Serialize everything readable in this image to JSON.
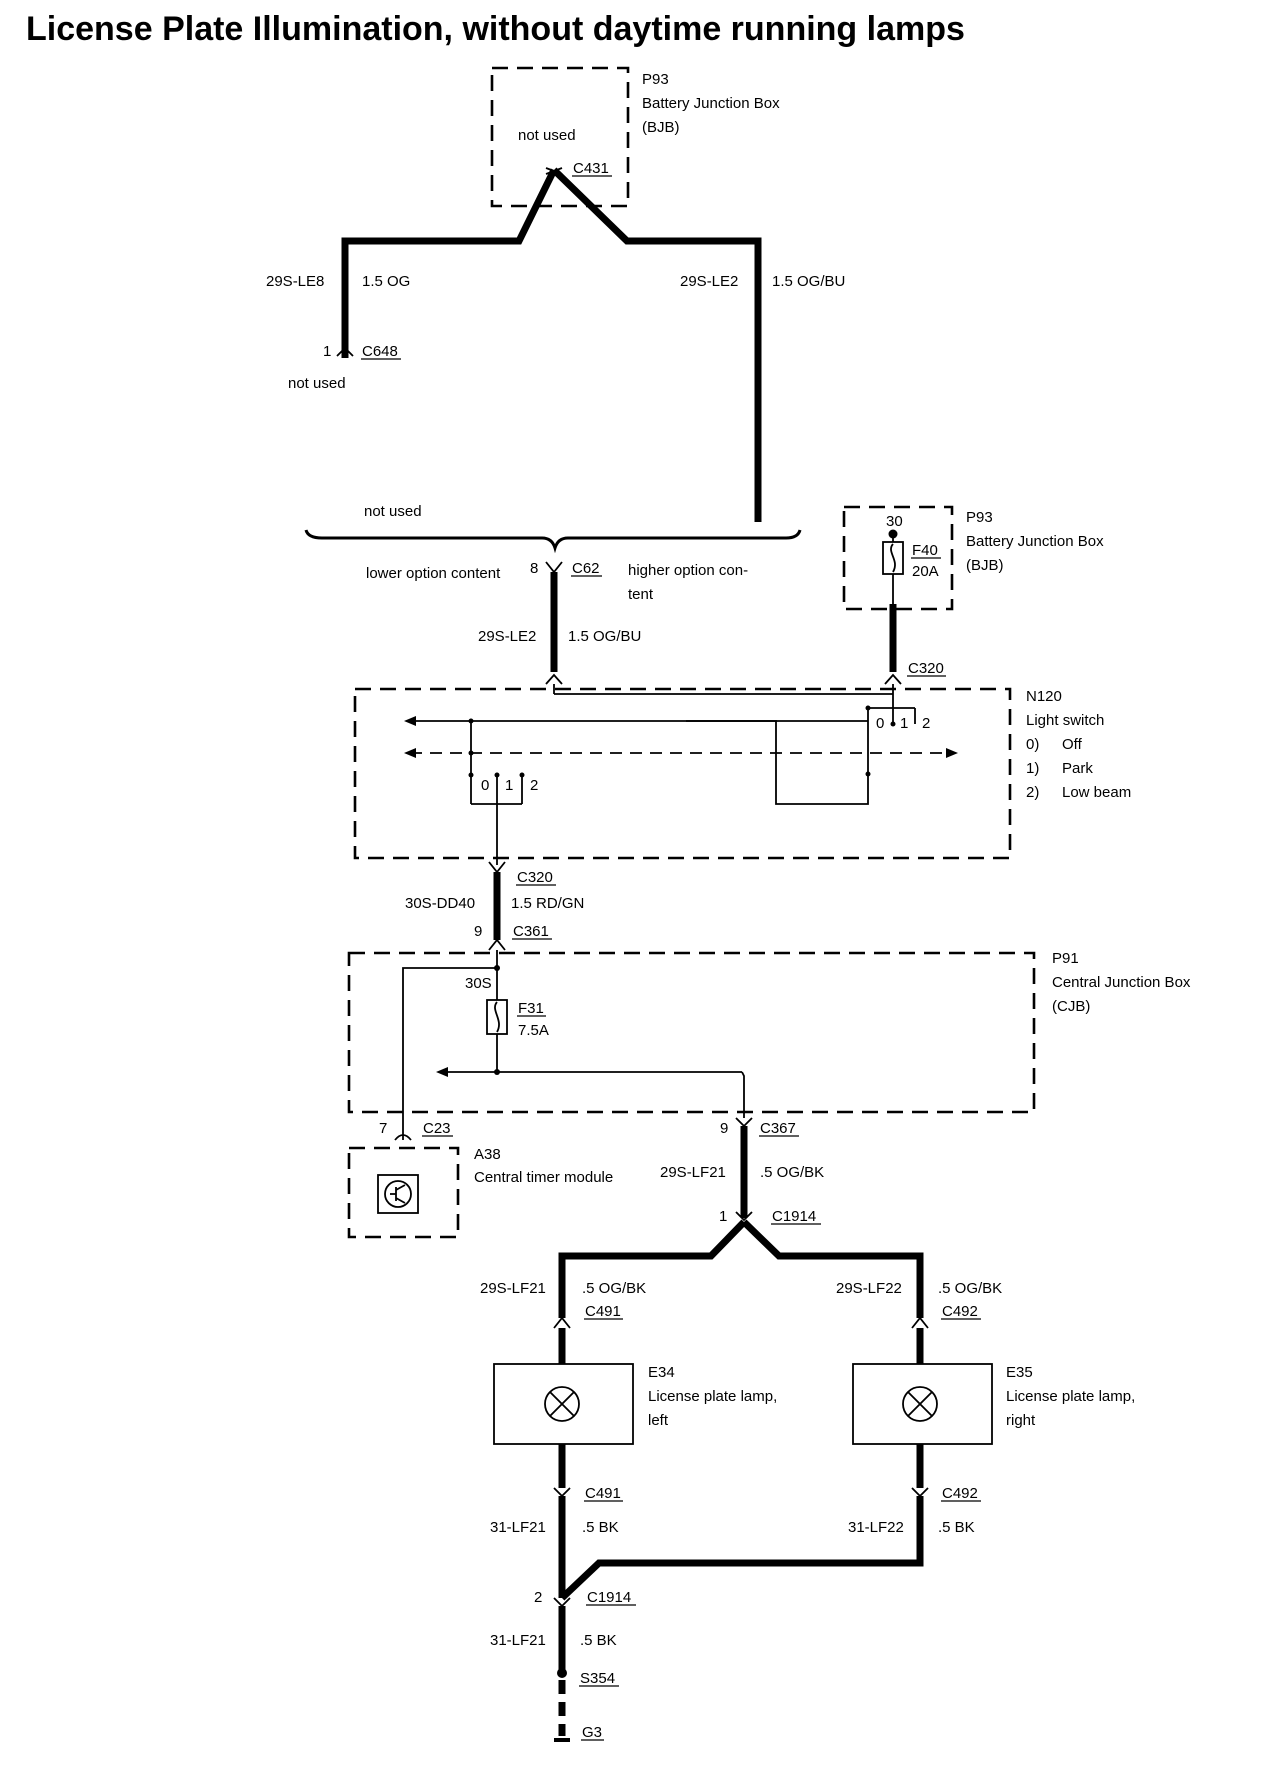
{
  "title": "License Plate Illumination, without daytime running lamps",
  "labels": {
    "p93_top_id": "P93",
    "p93_top_name": "Battery Junction Box",
    "p93_top_abbr": "(BJB)",
    "not_used_top": "not used",
    "c431": "C431",
    "w_29s_le8": "29S-LE8",
    "w_1_5_og": "1.5 OG",
    "w_29s_le2_top": "29S-LE2",
    "w_1_5_og_bu_top": "1.5 OG/BU",
    "c648_pin": "1",
    "c648": "C648",
    "not_used_c648": "not used",
    "not_used_mid": "not used",
    "lower_option": "lower option content",
    "c62_pin": "8",
    "c62": "C62",
    "higher_option_1": "higher option con-",
    "higher_option_2": "tent",
    "w_29s_le2": "29S-LE2",
    "w_1_5_og_bu": "1.5 OG/BU",
    "p93_right_id": "P93",
    "p93_right_name": "Battery Junction Box",
    "p93_right_abbr": "(BJB)",
    "f40_pin": "30",
    "f40": "F40",
    "f40_rating": "20A",
    "c320_top": "C320",
    "n120_id": "N120",
    "n120_name": "Light switch",
    "n120_pos0_num": "0)",
    "n120_pos0": "Off",
    "n120_pos1_num": "1)",
    "n120_pos1": "Park",
    "n120_pos2_num": "2)",
    "n120_pos2": "Low beam",
    "sw_right_0": "0",
    "sw_right_1": "1",
    "sw_right_2": "2",
    "sw_left_0": "0",
    "sw_left_1": "1",
    "sw_left_2": "2",
    "c320_bottom": "C320",
    "w_30s_dd40": "30S-DD40",
    "w_1_5_rd_gn": "1.5 RD/GN",
    "c361_pin": "9",
    "c361": "C361",
    "p91_id": "P91",
    "p91_name": "Central Junction Box",
    "p91_abbr": "(CJB)",
    "f31_pin": "30S",
    "f31": "F31",
    "f31_rating": "7.5A",
    "c23_pin": "7",
    "c23": "C23",
    "c367_pin": "9",
    "c367": "C367",
    "a38_id": "A38",
    "a38_name": "Central timer module",
    "w_29s_lf21": "29S-LF21",
    "w_5_og_bk": ".5 OG/BK",
    "c1914_top_pin": "1",
    "c1914_top": "C1914",
    "w_29s_lf21_left": "29S-LF21",
    "w_5_og_bk_left": ".5 OG/BK",
    "c491_top": "C491",
    "w_29s_lf22": "29S-LF22",
    "w_5_og_bk_right": ".5 OG/BK",
    "c492_top": "C492",
    "e34_id": "E34",
    "e34_name_1": "License plate lamp,",
    "e34_name_2": "left",
    "e35_id": "E35",
    "e35_name_1": "License plate lamp,",
    "e35_name_2": "right",
    "c491_bottom": "C491",
    "w_31_lf21": "31-LF21",
    "w_5_bk_left": ".5 BK",
    "c492_bottom": "C492",
    "w_31_lf22": "31-LF22",
    "w_5_bk_right": ".5 BK",
    "c1914_bottom_pin": "2",
    "c1914_bottom": "C1914",
    "w_31_lf21_bottom": "31-LF21",
    "w_5_bk_bottom": ".5 BK",
    "s354": "S354",
    "g3": "G3"
  }
}
